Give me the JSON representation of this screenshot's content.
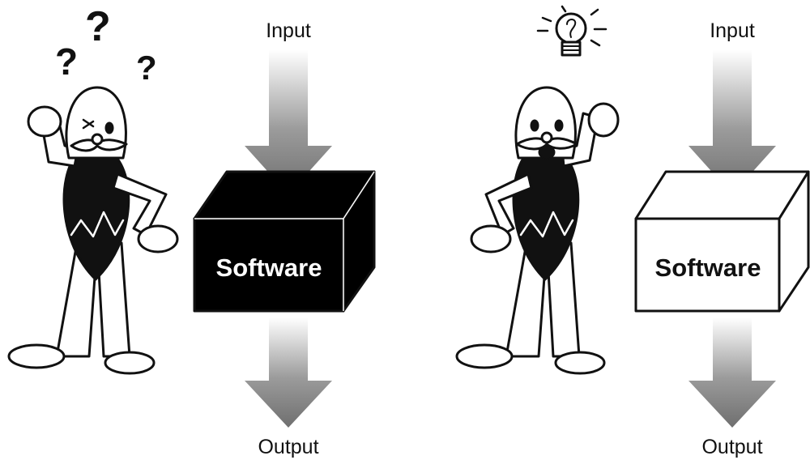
{
  "left_panel": {
    "input_label": "Input",
    "box_label": "Software",
    "output_label": "Output",
    "box_fill": "#000000",
    "box_text_color": "#ffffff",
    "thought_icons": [
      "question-mark",
      "question-mark",
      "question-mark"
    ]
  },
  "right_panel": {
    "input_label": "Input",
    "box_label": "Software",
    "output_label": "Output",
    "box_fill": "#ffffff",
    "box_text_color": "#111111",
    "thought_icons": [
      "lightbulb"
    ]
  },
  "arrow_color": "#8a8a8a"
}
